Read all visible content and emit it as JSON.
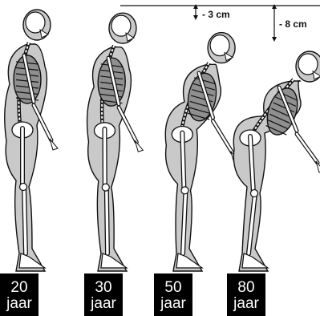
{
  "figures": [
    {
      "age": "20",
      "unit": "jaar",
      "posture": 0
    },
    {
      "age": "30",
      "unit": "jaar",
      "posture": 0.08
    },
    {
      "age": "50",
      "unit": "jaar",
      "posture": 0.55
    },
    {
      "age": "80",
      "unit": "jaar",
      "posture": 1
    }
  ],
  "annotations": [
    {
      "figure_index": 2,
      "label": "- 3 cm"
    },
    {
      "figure_index": 3,
      "label": "- 8 cm"
    }
  ],
  "colors": {
    "bone": "#ffffff",
    "outline": "#111111",
    "body_fill": "#c9c9c9",
    "body_shadow": "#8f8f8f",
    "age_box": "#000000",
    "age_text": "#ffffff"
  }
}
